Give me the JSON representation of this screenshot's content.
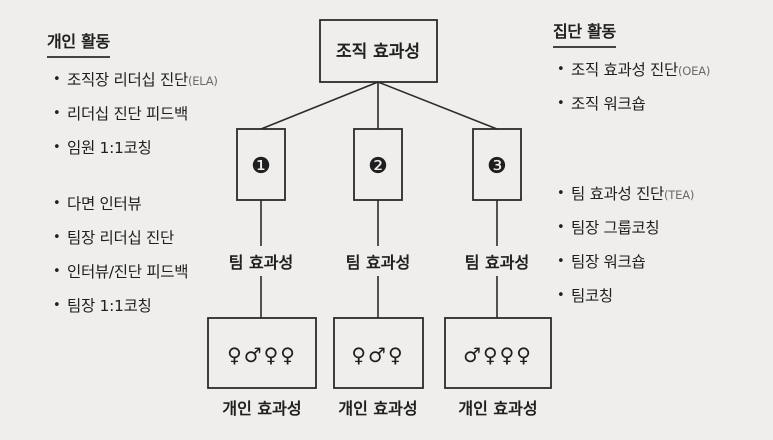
{
  "diagram": {
    "root": {
      "label": "조직 효과성"
    },
    "teams": [
      {
        "number": "❶",
        "effect_label": "팀 효과성",
        "members": "♀♂♀♀",
        "individual_label": "개인 효과성"
      },
      {
        "number": "❷",
        "effect_label": "팀 효과성",
        "members": "♀♂♀",
        "individual_label": "개인 효과성"
      },
      {
        "number": "❸",
        "effect_label": "팀 효과성",
        "members": "♂♀♀♀",
        "individual_label": "개인 효과성"
      }
    ]
  },
  "left_panel": {
    "heading": "개인 활동",
    "group1": [
      {
        "text": "조직장 리더십 진단",
        "suffix": "(ELA)"
      },
      {
        "text": "리더십 진단 피드백",
        "suffix": ""
      },
      {
        "text": "임원 1:1코칭",
        "suffix": ""
      }
    ],
    "group2": [
      {
        "text": "다면 인터뷰",
        "suffix": ""
      },
      {
        "text": "팀장 리더십 진단",
        "suffix": ""
      },
      {
        "text": "인터뷰/진단 피드백",
        "suffix": ""
      },
      {
        "text": "팀장 1:1코칭",
        "suffix": ""
      }
    ]
  },
  "right_panel": {
    "heading": "집단 활동",
    "group1": [
      {
        "text": "조직 효과성 진단",
        "suffix": "(OEA)"
      },
      {
        "text": "조직 워크숍",
        "suffix": ""
      }
    ],
    "group2": [
      {
        "text": "팀 효과성 진단",
        "suffix": "(TEA)"
      },
      {
        "text": "팀장 그룹코칭",
        "suffix": ""
      },
      {
        "text": "팀장 워크숍",
        "suffix": ""
      },
      {
        "text": "팀코칭",
        "suffix": ""
      }
    ]
  },
  "colors": {
    "background": "#efeeec",
    "stroke": "#2b2b2b",
    "text": "#1f1f1f"
  }
}
